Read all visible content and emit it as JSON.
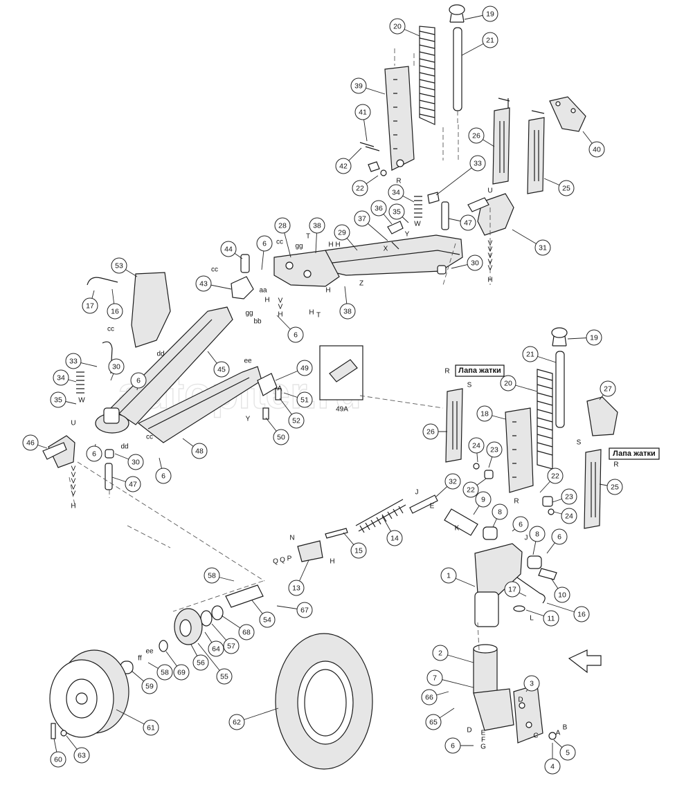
{
  "watermark": "autopiter.ru",
  "notes": [
    {
      "id": "n1",
      "text": "Лапа жатки"
    },
    {
      "id": "n2",
      "text": "Лапа жатки"
    }
  ],
  "callouts": [
    {
      "id": "c19a",
      "text": "19"
    },
    {
      "id": "c20a",
      "text": "20"
    },
    {
      "id": "c21a",
      "text": "21"
    },
    {
      "id": "c39",
      "text": "39"
    },
    {
      "id": "c41",
      "text": "41"
    },
    {
      "id": "c42",
      "text": "42"
    },
    {
      "id": "c22a",
      "text": "22"
    },
    {
      "id": "c26a",
      "text": "26"
    },
    {
      "id": "c25a",
      "text": "25"
    },
    {
      "id": "c40",
      "text": "40"
    },
    {
      "id": "c33a",
      "text": "33"
    },
    {
      "id": "c34a",
      "text": "34"
    },
    {
      "id": "c36",
      "text": "36"
    },
    {
      "id": "c35a",
      "text": "35"
    },
    {
      "id": "c37",
      "text": "37"
    },
    {
      "id": "c47a",
      "text": "47"
    },
    {
      "id": "c31",
      "text": "31"
    },
    {
      "id": "c30a",
      "text": "30"
    },
    {
      "id": "c28",
      "text": "28"
    },
    {
      "id": "c38a",
      "text": "38"
    },
    {
      "id": "c29",
      "text": "29"
    },
    {
      "id": "c38b",
      "text": "38"
    },
    {
      "id": "c44",
      "text": "44"
    },
    {
      "id": "c6a",
      "text": "6"
    },
    {
      "id": "c43",
      "text": "43"
    },
    {
      "id": "c6b",
      "text": "6"
    },
    {
      "id": "c53",
      "text": "53"
    },
    {
      "id": "c17a",
      "text": "17"
    },
    {
      "id": "c16a",
      "text": "16"
    },
    {
      "id": "c45",
      "text": "45"
    },
    {
      "id": "c33b",
      "text": "33"
    },
    {
      "id": "c30b",
      "text": "30"
    },
    {
      "id": "c34b",
      "text": "34"
    },
    {
      "id": "c6c",
      "text": "6"
    },
    {
      "id": "c35b",
      "text": "35"
    },
    {
      "id": "c46",
      "text": "46"
    },
    {
      "id": "c6d",
      "text": "6"
    },
    {
      "id": "c30c",
      "text": "30"
    },
    {
      "id": "c47b",
      "text": "47"
    },
    {
      "id": "c48",
      "text": "48"
    },
    {
      "id": "c6e",
      "text": "6"
    },
    {
      "id": "c49",
      "text": "49"
    },
    {
      "id": "c51",
      "text": "51"
    },
    {
      "id": "c52",
      "text": "52"
    },
    {
      "id": "c50",
      "text": "50"
    },
    {
      "id": "c19b",
      "text": "19"
    },
    {
      "id": "c21b",
      "text": "21"
    },
    {
      "id": "c27",
      "text": "27"
    },
    {
      "id": "c26b",
      "text": "26"
    },
    {
      "id": "c20b",
      "text": "20"
    },
    {
      "id": "c18",
      "text": "18"
    },
    {
      "id": "c24a",
      "text": "24"
    },
    {
      "id": "c23a",
      "text": "23"
    },
    {
      "id": "c22b",
      "text": "22"
    },
    {
      "id": "c25b",
      "text": "25"
    },
    {
      "id": "c22c",
      "text": "22"
    },
    {
      "id": "c23b",
      "text": "23"
    },
    {
      "id": "c24b",
      "text": "24"
    },
    {
      "id": "c32",
      "text": "32"
    },
    {
      "id": "c9",
      "text": "9"
    },
    {
      "id": "c8a",
      "text": "8"
    },
    {
      "id": "c6f",
      "text": "6"
    },
    {
      "id": "c8b",
      "text": "8"
    },
    {
      "id": "c6g",
      "text": "6"
    },
    {
      "id": "c14",
      "text": "14"
    },
    {
      "id": "c15",
      "text": "15"
    },
    {
      "id": "c13",
      "text": "13"
    },
    {
      "id": "c58a",
      "text": "58"
    },
    {
      "id": "c1",
      "text": "1"
    },
    {
      "id": "c17b",
      "text": "17"
    },
    {
      "id": "c10",
      "text": "10"
    },
    {
      "id": "c16b",
      "text": "16"
    },
    {
      "id": "c11",
      "text": "11"
    },
    {
      "id": "c54",
      "text": "54"
    },
    {
      "id": "c67",
      "text": "67"
    },
    {
      "id": "c68",
      "text": "68"
    },
    {
      "id": "c57",
      "text": "57"
    },
    {
      "id": "c64",
      "text": "64"
    },
    {
      "id": "c56",
      "text": "56"
    },
    {
      "id": "c55",
      "text": "55"
    },
    {
      "id": "c69",
      "text": "69"
    },
    {
      "id": "c58b",
      "text": "58"
    },
    {
      "id": "c59",
      "text": "59"
    },
    {
      "id": "c61",
      "text": "61"
    },
    {
      "id": "c62",
      "text": "62"
    },
    {
      "id": "c60",
      "text": "60"
    },
    {
      "id": "c63",
      "text": "63"
    },
    {
      "id": "c2",
      "text": "2"
    },
    {
      "id": "c7",
      "text": "7"
    },
    {
      "id": "c66",
      "text": "66"
    },
    {
      "id": "c65",
      "text": "65"
    },
    {
      "id": "c3",
      "text": "3"
    },
    {
      "id": "c5",
      "text": "5"
    },
    {
      "id": "c4",
      "text": "4"
    },
    {
      "id": "c6h",
      "text": "6"
    }
  ],
  "letters": [
    {
      "id": "L1",
      "text": "R"
    },
    {
      "id": "L2",
      "text": "U"
    },
    {
      "id": "L3",
      "text": "W"
    },
    {
      "id": "L4",
      "text": "X"
    },
    {
      "id": "L5",
      "text": "Y"
    },
    {
      "id": "L6",
      "text": "V"
    },
    {
      "id": "L7",
      "text": "V"
    },
    {
      "id": "L8",
      "text": "V"
    },
    {
      "id": "L9",
      "text": "V"
    },
    {
      "id": "L10",
      "text": "V"
    },
    {
      "id": "L11",
      "text": "H"
    },
    {
      "id": "L12",
      "text": "cc"
    },
    {
      "id": "L13",
      "text": "gg"
    },
    {
      "id": "L14",
      "text": "T"
    },
    {
      "id": "L15",
      "text": "H"
    },
    {
      "id": "L16",
      "text": "H"
    },
    {
      "id": "L17",
      "text": "H"
    },
    {
      "id": "L18",
      "text": "Z"
    },
    {
      "id": "L19",
      "text": "H"
    },
    {
      "id": "L20",
      "text": "T"
    },
    {
      "id": "L21",
      "text": "cc"
    },
    {
      "id": "L22",
      "text": "aa"
    },
    {
      "id": "L23",
      "text": "V"
    },
    {
      "id": "L24",
      "text": "V"
    },
    {
      "id": "L25",
      "text": "H"
    },
    {
      "id": "L26",
      "text": "H"
    },
    {
      "id": "L27",
      "text": "gg"
    },
    {
      "id": "L28",
      "text": "bb"
    },
    {
      "id": "L29",
      "text": "cc"
    },
    {
      "id": "L30",
      "text": "dd"
    },
    {
      "id": "L31",
      "text": "W"
    },
    {
      "id": "L32",
      "text": "U"
    },
    {
      "id": "L33",
      "text": "V"
    },
    {
      "id": "L34",
      "text": "V"
    },
    {
      "id": "L35",
      "text": "V"
    },
    {
      "id": "L36",
      "text": "V"
    },
    {
      "id": "L37",
      "text": "V"
    },
    {
      "id": "L38",
      "text": "H"
    },
    {
      "id": "L39",
      "text": "cc"
    },
    {
      "id": "L40",
      "text": "dd"
    },
    {
      "id": "L41",
      "text": "ee"
    },
    {
      "id": "L42",
      "text": "A"
    },
    {
      "id": "L43",
      "text": "Y"
    },
    {
      "id": "L44",
      "text": "R"
    },
    {
      "id": "L45",
      "text": "S"
    },
    {
      "id": "L46",
      "text": "S"
    },
    {
      "id": "L47",
      "text": "R"
    },
    {
      "id": "L48",
      "text": "J"
    },
    {
      "id": "L49",
      "text": "E"
    },
    {
      "id": "L50",
      "text": "K"
    },
    {
      "id": "L51",
      "text": "R"
    },
    {
      "id": "L52",
      "text": "J"
    },
    {
      "id": "L53",
      "text": "N"
    },
    {
      "id": "L54",
      "text": "P"
    },
    {
      "id": "L55",
      "text": "Q"
    },
    {
      "id": "L56",
      "text": "Q"
    },
    {
      "id": "L57",
      "text": "H"
    },
    {
      "id": "L58",
      "text": "L"
    },
    {
      "id": "L59",
      "text": "ee"
    },
    {
      "id": "L60",
      "text": "ff"
    },
    {
      "id": "L61",
      "text": "D"
    },
    {
      "id": "L62",
      "text": "D"
    },
    {
      "id": "L63",
      "text": "E"
    },
    {
      "id": "L64",
      "text": "F"
    },
    {
      "id": "L65",
      "text": "G"
    },
    {
      "id": "L66",
      "text": "C"
    },
    {
      "id": "L67",
      "text": "A"
    },
    {
      "id": "L68",
      "text": "B"
    },
    {
      "id": "L69",
      "text": "49A"
    }
  ]
}
